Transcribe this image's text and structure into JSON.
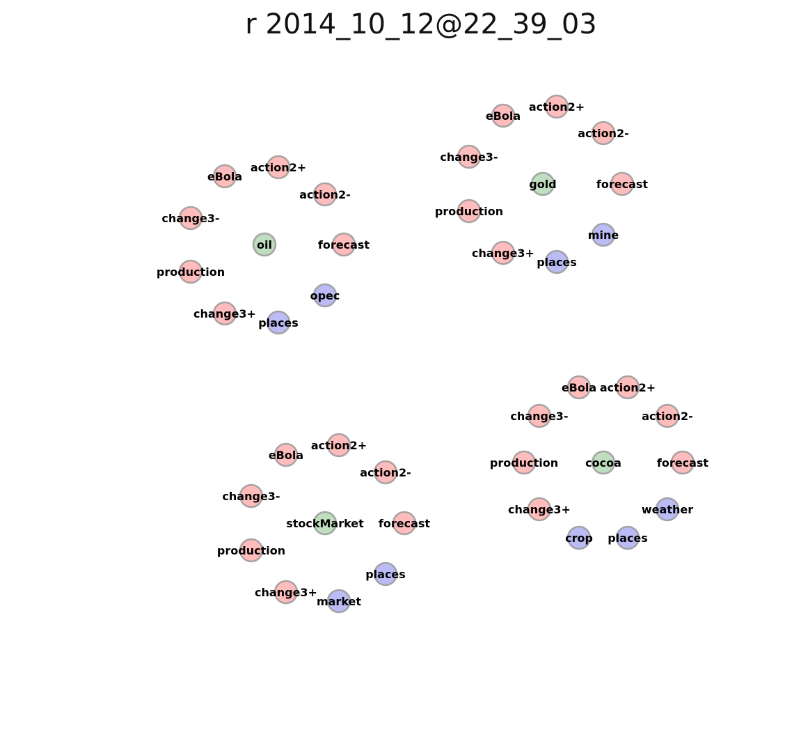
{
  "title": "r 2014_10_12@22_39_03",
  "colors": {
    "concept": "#ffbcbc",
    "center": "#bfddbf",
    "entity": "#bbbbf5"
  },
  "clusters": [
    {
      "name": "oil",
      "nodes": [
        {
          "label": "eBola",
          "kind": "concept"
        },
        {
          "label": "action2+",
          "kind": "concept"
        },
        {
          "label": "action2-",
          "kind": "concept"
        },
        {
          "label": "change3-",
          "kind": "concept"
        },
        {
          "label": "oil",
          "kind": "center"
        },
        {
          "label": "forecast",
          "kind": "concept"
        },
        {
          "label": "production",
          "kind": "concept"
        },
        {
          "label": "opec",
          "kind": "entity"
        },
        {
          "label": "change3+",
          "kind": "concept"
        },
        {
          "label": "places",
          "kind": "entity"
        }
      ]
    },
    {
      "name": "gold",
      "nodes": [
        {
          "label": "eBola",
          "kind": "concept"
        },
        {
          "label": "action2+",
          "kind": "concept"
        },
        {
          "label": "action2-",
          "kind": "concept"
        },
        {
          "label": "change3-",
          "kind": "concept"
        },
        {
          "label": "gold",
          "kind": "center"
        },
        {
          "label": "forecast",
          "kind": "concept"
        },
        {
          "label": "production",
          "kind": "concept"
        },
        {
          "label": "mine",
          "kind": "entity"
        },
        {
          "label": "change3+",
          "kind": "concept"
        },
        {
          "label": "places",
          "kind": "entity"
        }
      ]
    },
    {
      "name": "cocoa",
      "nodes": [
        {
          "label": "eBola",
          "kind": "concept"
        },
        {
          "label": "action2+",
          "kind": "concept"
        },
        {
          "label": "change3-",
          "kind": "concept"
        },
        {
          "label": "action2-",
          "kind": "concept"
        },
        {
          "label": "production",
          "kind": "concept"
        },
        {
          "label": "cocoa",
          "kind": "center"
        },
        {
          "label": "forecast",
          "kind": "concept"
        },
        {
          "label": "change3+",
          "kind": "concept"
        },
        {
          "label": "weather",
          "kind": "entity"
        },
        {
          "label": "crop",
          "kind": "entity"
        },
        {
          "label": "places",
          "kind": "entity"
        }
      ]
    },
    {
      "name": "stockMarket",
      "nodes": [
        {
          "label": "eBola",
          "kind": "concept"
        },
        {
          "label": "action2+",
          "kind": "concept"
        },
        {
          "label": "action2-",
          "kind": "concept"
        },
        {
          "label": "change3-",
          "kind": "concept"
        },
        {
          "label": "stockMarket",
          "kind": "center"
        },
        {
          "label": "forecast",
          "kind": "concept"
        },
        {
          "label": "production",
          "kind": "concept"
        },
        {
          "label": "places",
          "kind": "entity"
        },
        {
          "label": "change3+",
          "kind": "concept"
        },
        {
          "label": "market",
          "kind": "entity"
        }
      ]
    }
  ]
}
